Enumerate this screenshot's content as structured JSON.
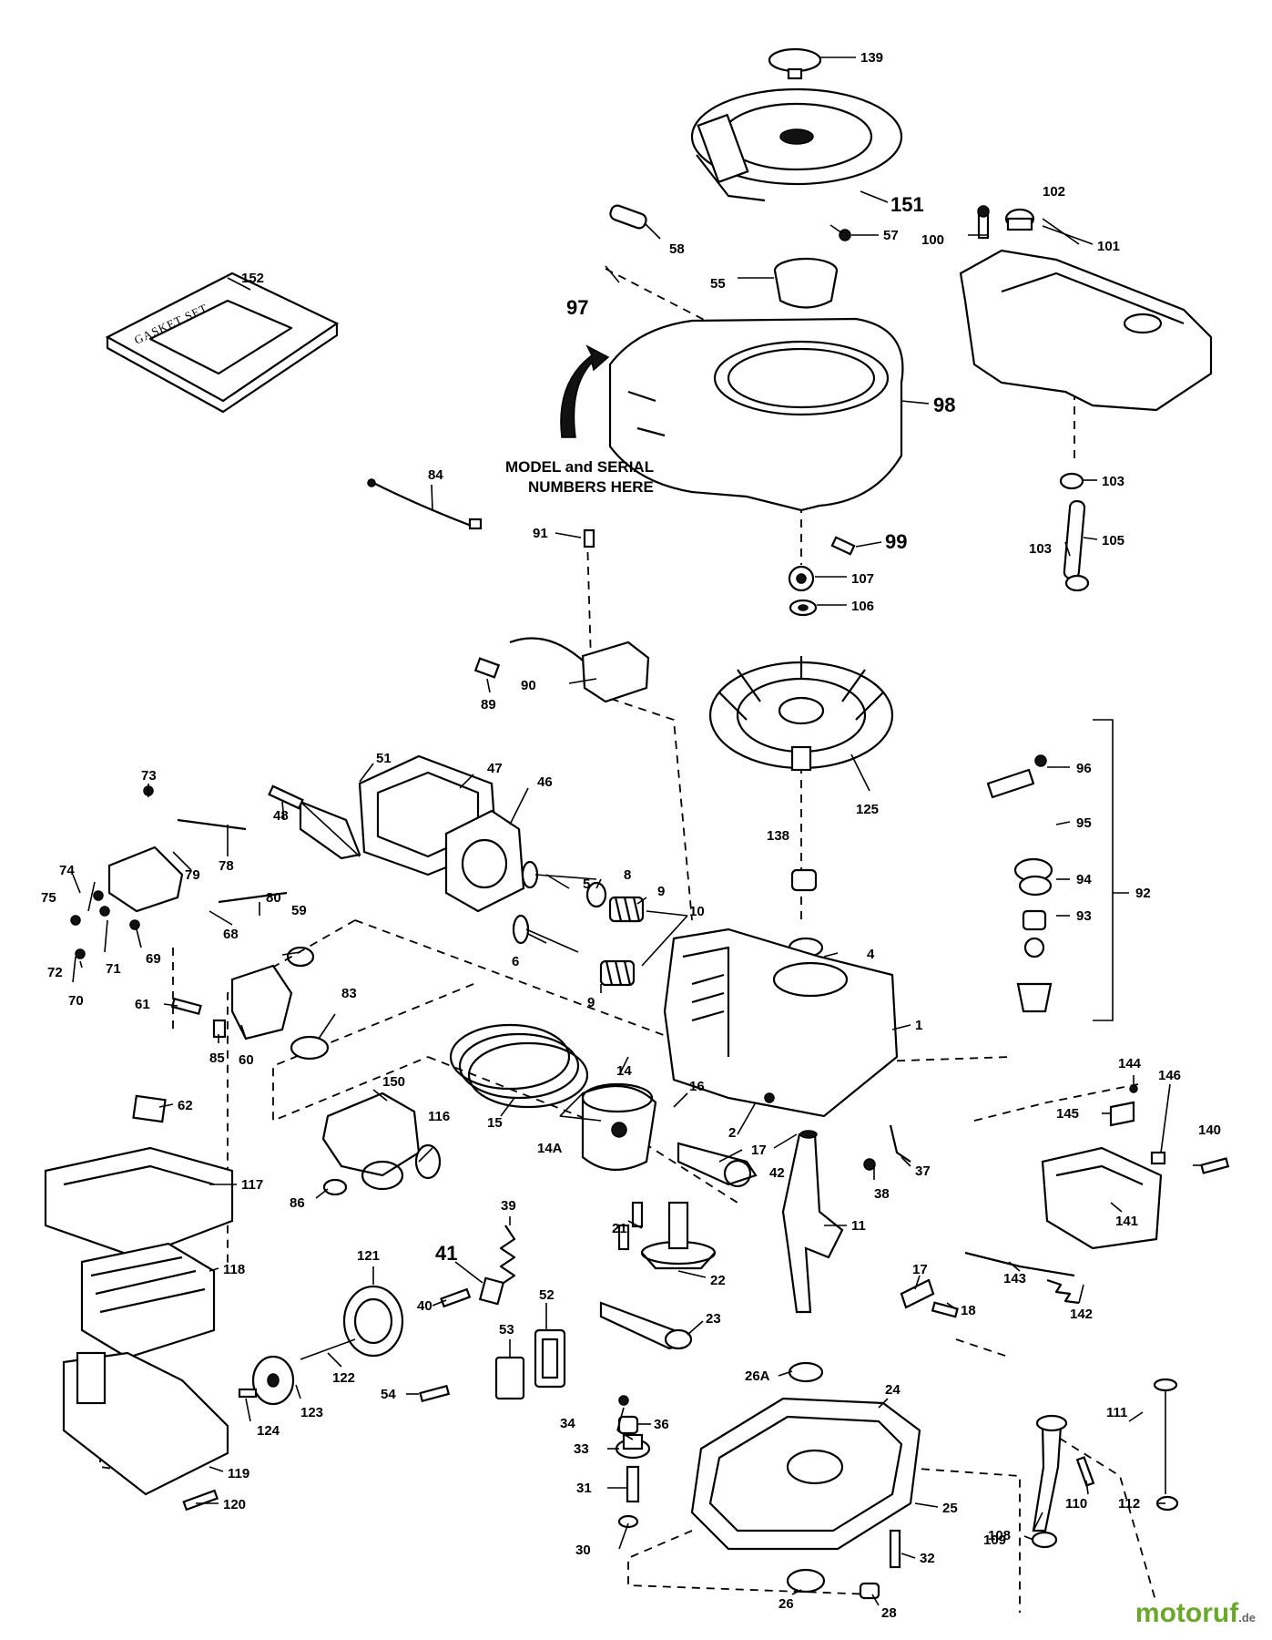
{
  "labels": {
    "p1": "1",
    "p2": "2",
    "p4": "4",
    "p5": "5",
    "p6": "6",
    "p8": "8",
    "p9a": "9",
    "p9b": "9",
    "p10": "10",
    "p11": "11",
    "p14": "14",
    "p14A": "14A",
    "p15": "15",
    "p16": "16",
    "p17a": "17",
    "p17b": "17",
    "p18": "18",
    "p21": "21",
    "p22": "22",
    "p23": "23",
    "p24": "24",
    "p25": "25",
    "p26": "26",
    "p26A": "26A",
    "p28": "28",
    "p30": "30",
    "p31": "31",
    "p32": "32",
    "p33": "33",
    "p34": "34",
    "p36": "36",
    "p37": "37",
    "p38": "38",
    "p39": "39",
    "p40": "40",
    "p41": "41",
    "p42": "42",
    "p46": "46",
    "p47": "47",
    "p48": "48",
    "p51": "51",
    "p52": "52",
    "p53": "53",
    "p54": "54",
    "p55": "55",
    "p57": "57",
    "p58": "58",
    "p59": "59",
    "p60": "60",
    "p61": "61",
    "p62": "62",
    "p68": "68",
    "p69": "69",
    "p70": "70",
    "p71": "71",
    "p72": "72",
    "p73": "73",
    "p74": "74",
    "p75": "75",
    "p78": "78",
    "p79": "79",
    "p80": "80",
    "p83": "83",
    "p84": "84",
    "p85": "85",
    "p86": "86",
    "p89": "89",
    "p90": "90",
    "p91": "91",
    "p92": "92",
    "p93": "93",
    "p94": "94",
    "p95": "95",
    "p96": "96",
    "p97": "97",
    "p98": "98",
    "p99": "99",
    "p100": "100",
    "p101": "101",
    "p102": "102",
    "p103a": "103",
    "p103b": "103",
    "p105": "105",
    "p106": "106",
    "p107": "107",
    "p108": "108",
    "p109": "109",
    "p110": "110",
    "p111": "111",
    "p112": "112",
    "p116": "116",
    "p117": "117",
    "p118": "118",
    "p119": "119",
    "p120": "120",
    "p121": "121",
    "p122": "122",
    "p123": "123",
    "p124": "124",
    "p125": "125",
    "p138": "138",
    "p139": "139",
    "p140": "140",
    "p141": "141",
    "p142": "142",
    "p143": "143",
    "p144": "144",
    "p145": "145",
    "p146": "146",
    "p150": "150",
    "p151": "151",
    "p152": "152"
  },
  "note": {
    "line1": "MODEL and SERIAL",
    "line2": "NUMBERS HERE"
  },
  "gasket_set_text": "GASKET SET",
  "watermark": {
    "brand": "motoruf",
    "tld": ".de",
    "color": "#6aa82a"
  }
}
